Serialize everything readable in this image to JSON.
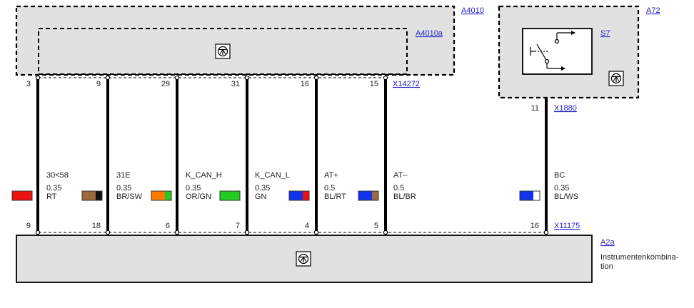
{
  "colors": {
    "box_fill": "#e1e1e1",
    "link": "#2222cc",
    "wire": "#000000"
  },
  "modules": {
    "a4010": {
      "label": "A4010",
      "inner_label": "A4010a",
      "icon": "ground-symbol-icon"
    },
    "a72": {
      "label": "A72",
      "switch_label": "S7",
      "icon": "ground-symbol-icon"
    },
    "a2a": {
      "label": "A2a",
      "description_line1": "Instrumentenkombina-",
      "description_line2": "tion",
      "icon": "ground-symbol-icon"
    }
  },
  "connectors": {
    "top_main": "X14272",
    "top_right": "X1880",
    "bottom": "X11175"
  },
  "wires": [
    {
      "top_pin": "3",
      "bottom_pin": "9",
      "signal": "",
      "cross_section": "",
      "color_code": "",
      "swatch": []
    },
    {
      "top_pin": "9",
      "bottom_pin": "18",
      "signal": "30<58",
      "cross_section": "0.35",
      "color_code": "RT",
      "swatch": [
        "#ee1111"
      ]
    },
    {
      "top_pin": "29",
      "bottom_pin": "6",
      "signal": "31E",
      "cross_section": "0.35",
      "color_code": "BR/SW",
      "swatch": [
        "#9b6a3a",
        "#111111"
      ]
    },
    {
      "top_pin": "31",
      "bottom_pin": "7",
      "signal": "K_CAN_H",
      "cross_section": "0.35",
      "color_code": "OR/GN",
      "swatch": [
        "#ff7a00",
        "#22cc22"
      ]
    },
    {
      "top_pin": "16",
      "bottom_pin": "4",
      "signal": "K_CAN_L",
      "cross_section": "0.35",
      "color_code": "GN",
      "swatch": [
        "#22cc22"
      ]
    },
    {
      "top_pin": "15",
      "bottom_pin": "5",
      "signal": "AT+",
      "cross_section": "0.5",
      "color_code": "BL/RT",
      "swatch": [
        "#1133ee",
        "#ee1111"
      ]
    },
    {
      "top_pin": "",
      "bottom_pin": "",
      "signal": "AT--",
      "cross_section": "0.5",
      "color_code": "BL/BR",
      "swatch": [
        "#1133ee",
        "#9b6a3a"
      ]
    },
    {
      "top_pin": "11",
      "bottom_pin": "16",
      "signal": "BC",
      "cross_section": "0.35",
      "color_code": "BL/WS",
      "swatch": [
        "#1133ee",
        "#ffffff"
      ]
    }
  ]
}
